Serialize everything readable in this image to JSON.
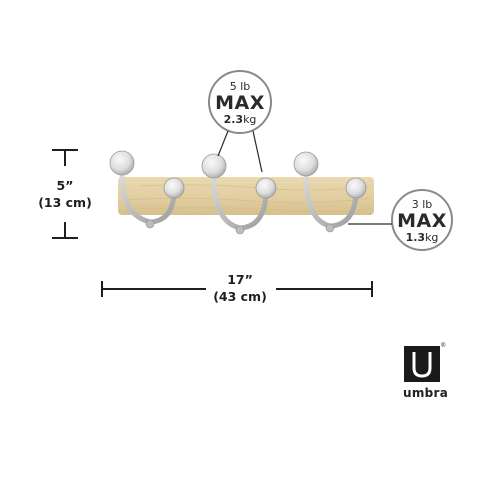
{
  "height_dimension": {
    "inches": "5”",
    "cm": "(13 cm)"
  },
  "width_dimension": {
    "inches": "17”",
    "cm": "(43 cm)"
  },
  "top_badge": {
    "weight_lb": "5",
    "lb_unit": "lb",
    "max_label": "MAX",
    "weight_kg": "2.3",
    "kg_unit": "kg"
  },
  "side_badge": {
    "weight_lb": "3",
    "lb_unit": "lb",
    "max_label": "MAX",
    "weight_kg": "1.3",
    "kg_unit": "kg"
  },
  "brand": {
    "name": "umbra",
    "registered_mark": "®"
  },
  "colors": {
    "wood": "#e2cfa2",
    "metal": "#cfcfcf",
    "ink": "#2a2a2a",
    "badge_ring": "#8a8a8a"
  }
}
